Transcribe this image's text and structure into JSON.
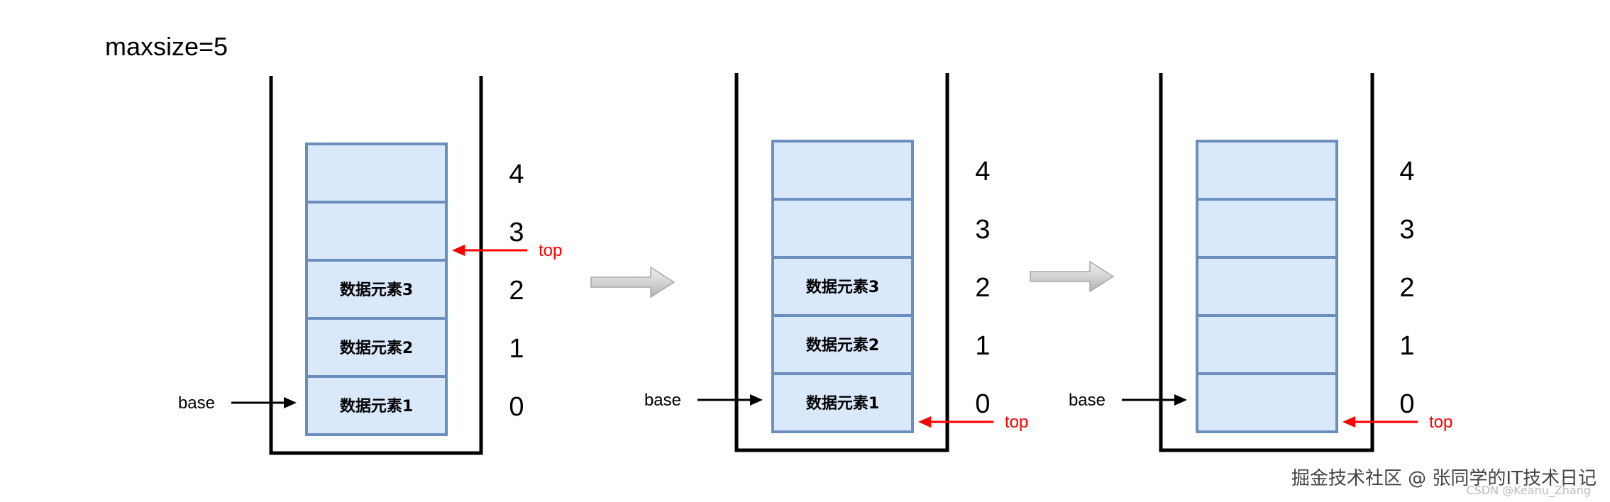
{
  "title": "maxsize=5",
  "colors": {
    "cell_fill": "#dae8fc",
    "cell_stroke": "#6c8ebf",
    "container_stroke": "#000000",
    "top_pointer": "#ff0000",
    "base_pointer": "#000000",
    "transition_arrow": "#c8c8c8"
  },
  "stacks": [
    {
      "name": "stack-1",
      "cells": [
        "",
        "",
        "数据元素3",
        "数据元素2",
        "数据元素1"
      ],
      "indices": [
        "4",
        "3",
        "2",
        "1",
        "0"
      ],
      "base_label": "base",
      "top_label": "top",
      "top_after_element": 3
    },
    {
      "name": "stack-2",
      "cells": [
        "",
        "",
        "数据元素3",
        "数据元素2",
        "数据元素1"
      ],
      "indices": [
        "4",
        "3",
        "2",
        "1",
        "0"
      ],
      "base_label": "base",
      "top_label": "top",
      "top_after_element": 0
    },
    {
      "name": "stack-3",
      "cells": [
        "",
        "",
        "",
        "",
        ""
      ],
      "indices": [
        "4",
        "3",
        "2",
        "1",
        "0"
      ],
      "base_label": "base",
      "top_label": "top",
      "top_after_element": 0
    }
  ],
  "watermark": {
    "main": "掘金技术社区 @ 张同学的IT技术日记",
    "sub": "CSDN @Keanu_Zhang"
  }
}
